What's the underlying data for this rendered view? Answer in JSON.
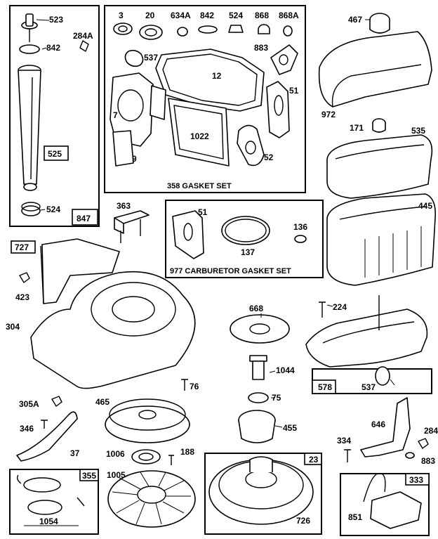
{
  "labels": {
    "p523": "523",
    "p284a_top": "284A",
    "p842_left": "842",
    "p525": "525",
    "p524_left": "524",
    "p847": "847",
    "p3": "3",
    "p20": "20",
    "p634a": "634A",
    "p842_top": "842",
    "p524_top": "524",
    "p868": "868",
    "p868a": "868A",
    "p537_a": "537",
    "p12": "12",
    "p883": "883",
    "p51_a": "51",
    "p7": "7",
    "p1022": "1022",
    "p9": "9",
    "p52": "52",
    "p467": "467",
    "p972": "972",
    "p171": "171",
    "p535": "535",
    "p445": "445",
    "p363": "363",
    "p51_b": "51",
    "p136": "136",
    "p137": "137",
    "p727": "727",
    "p423": "423",
    "p304": "304",
    "p668": "668",
    "p224": "224",
    "p1044": "1044",
    "p75": "75",
    "p578": "578",
    "p537_b": "537",
    "p305a": "305A",
    "p346": "346",
    "p465": "465",
    "p76": "76",
    "p455": "455",
    "p37": "37",
    "p1006": "1006",
    "p188": "188",
    "p646": "646",
    "p334": "334",
    "p284_right": "284",
    "p883_right": "883",
    "p355": "355",
    "p1005": "1005",
    "p23": "23",
    "p333": "333",
    "p1054": "1054",
    "p726": "726",
    "p851": "851"
  },
  "captions": {
    "gasket_set": "358 GASKET SET",
    "carb_gasket_set": "977 CARBURETOR GASKET SET"
  }
}
